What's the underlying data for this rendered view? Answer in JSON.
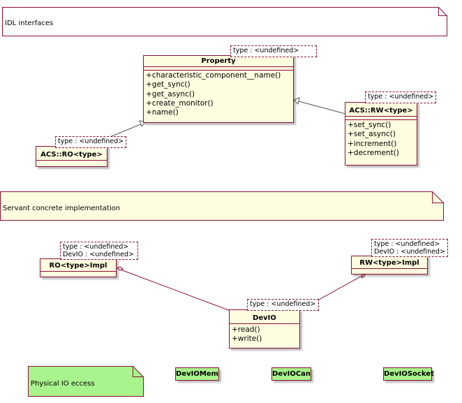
{
  "notes": {
    "idl": "IDL interfaces",
    "servant": "Servant concrete implementation",
    "physical": "Physical IO eccess"
  },
  "colors": {
    "border": "#8c0e37",
    "class_fill": "#fffde0",
    "note_fill": "#fffde0",
    "green_fill": "#a8f38b",
    "generalization": "#555555"
  },
  "classes": {
    "property": {
      "name": "Property",
      "template": [
        "type : <undefined>"
      ],
      "operations": [
        "+characteristic_component__name()",
        "+get_sync()",
        "+get_async()",
        "+create_monitor()",
        "+name()"
      ]
    },
    "acs_rw": {
      "name": "ACS::RW<type>",
      "template": [
        "type : <undefined>"
      ],
      "operations": [
        "+set_sync()",
        "+set_async()",
        "+increment()",
        "+decrement()"
      ]
    },
    "acs_ro": {
      "name": "ACS::RO<type>",
      "template": [
        "type : <undefined>"
      ]
    },
    "ro_impl": {
      "name": "RO<type>Impl",
      "template": [
        "type : <undefined>",
        "DevIO : <undefined>"
      ]
    },
    "rw_impl": {
      "name": "RW<type>Impl",
      "template": [
        "type : <undefined>",
        "DevIO : <undefined>"
      ]
    },
    "devio": {
      "name": "DevIO",
      "template": [
        "type : <undefined>"
      ],
      "operations": [
        "+read()",
        "+write()"
      ]
    },
    "devio_mem": {
      "name": "DevIOMem"
    },
    "devio_can": {
      "name": "DevIOCan"
    },
    "devio_socket": {
      "name": "DevIOSocket"
    }
  }
}
